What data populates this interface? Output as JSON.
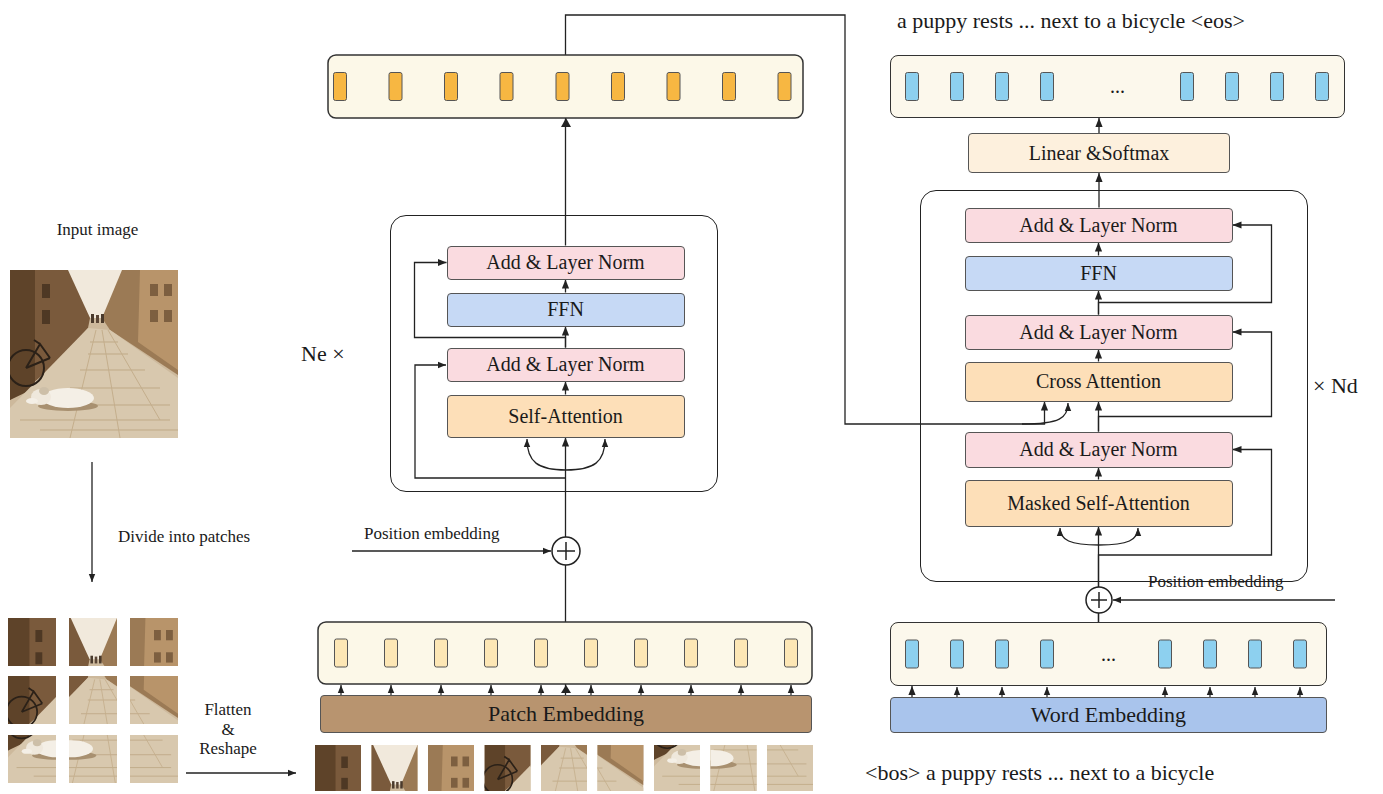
{
  "diagram": {
    "nodes": [
      {
        "text": [
          "Ne ×"
        ]
      },
      {
        "text": [
          "Add & Layer Norm"
        ],
        "in": 0
      },
      {
        "text": [
          "FFN"
        ],
        "in": 0
      },
      {
        "text": [
          "Add & Layer Norm"
        ],
        "in": 0
      },
      {
        "text": [
          "Self-Attention"
        ],
        "in": 0
      },
      {
        "text": [
          "Patch Embedding"
        ]
      },
      {
        "text": [
          "..."
        ]
      },
      {
        "text": [
          "Linear &Softmax"
        ]
      },
      {
        "text": [
          "× Nd"
        ]
      },
      {
        "text": [
          "Add & Layer Norm"
        ],
        "in": 8
      },
      {
        "text": [
          "FFN"
        ],
        "in": 8
      },
      {
        "text": [
          "Add & Layer Norm"
        ],
        "in": 8
      },
      {
        "text": [
          "Cross Attention"
        ],
        "in": 8
      },
      {
        "text": [
          "Add & Layer Norm"
        ],
        "in": 8
      },
      {
        "text": [
          "Masked Self-Attention"
        ],
        "in": 8
      },
      {
        "text": [
          "..."
        ]
      },
      {
        "text": [
          "Word Embedding"
        ]
      }
    ],
    "edges": [
      {
        "from": 4,
        "to": 3,
        "arrow": "to"
      },
      {
        "from": 3,
        "to": 2,
        "arrow": "to"
      },
      {
        "from": 2,
        "to": 1,
        "arrow": "to"
      },
      {
        "from": 3,
        "to": 1,
        "arrow": "to"
      },
      {
        "from": 1,
        "to": 12,
        "arrow": "to"
      },
      {
        "from": 5,
        "to": 4,
        "arrow": "to"
      },
      {
        "from": 7,
        "to": 6,
        "arrow": "to"
      },
      {
        "from": 9,
        "to": 7,
        "arrow": "to"
      },
      {
        "from": 10,
        "to": 9,
        "arrow": "to"
      },
      {
        "from": 11,
        "to": 10,
        "arrow": "to"
      },
      {
        "from": 11,
        "to": 9,
        "arrow": "to"
      },
      {
        "from": 12,
        "to": 11,
        "arrow": "to"
      },
      {
        "from": 13,
        "to": 12,
        "arrow": "to"
      },
      {
        "from": 13,
        "to": 11,
        "arrow": "to"
      },
      {
        "from": 14,
        "to": 13,
        "arrow": "to"
      },
      {
        "from": 15,
        "to": 14,
        "arrow": "to"
      },
      {
        "from": 15,
        "to": 13,
        "arrow": "to"
      },
      {
        "from": 16,
        "to": 15,
        "arrow": "to"
      }
    ],
    "labels": [
      "Input image",
      "Divide into patches",
      "Flatten & Reshape",
      "Position embedding",
      "Position embedding",
      "a puppy rests ... next to a bicycle <eos>",
      "<bos> a puppy rests ... next to a bicycle"
    ]
  }
}
